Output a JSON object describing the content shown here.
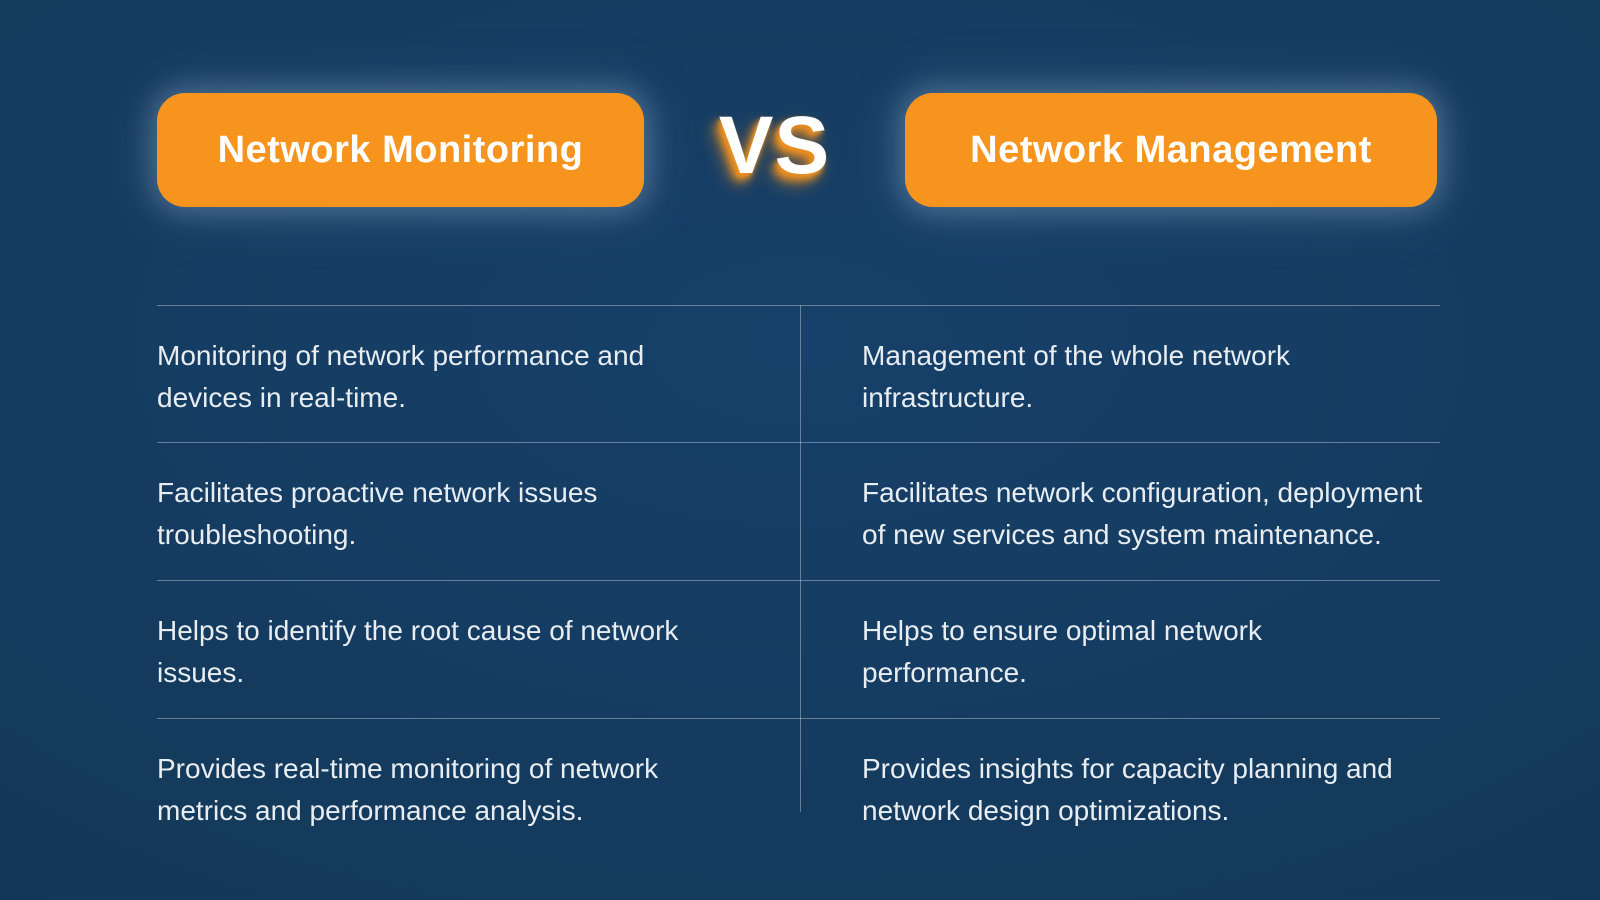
{
  "header": {
    "left_button": "Network Monitoring",
    "vs_label": "VS",
    "right_button": "Network Management"
  },
  "table": {
    "rows": [
      {
        "left": "Monitoring of network performance and\ndevices in real-time.",
        "right": "Management of the whole network\ninfrastructure."
      },
      {
        "left": "Facilitates proactive network issues\ntroubleshooting.",
        "right": "Facilitates network configuration, deployment\nof new services and system maintenance."
      },
      {
        "left": "Helps to identify the root cause of network\nissues.",
        "right": "Helps to ensure optimal network\nperformance."
      },
      {
        "left": "Provides real-time monitoring of network\nmetrics and performance analysis.",
        "right": "Provides insights for capacity planning and\nnetwork design optimizations."
      }
    ]
  },
  "colors": {
    "background": "#143A5C",
    "accent_orange": "#F7941E",
    "text": "#E8EDF2",
    "divider": "rgba(220,231,240,0.40)"
  }
}
